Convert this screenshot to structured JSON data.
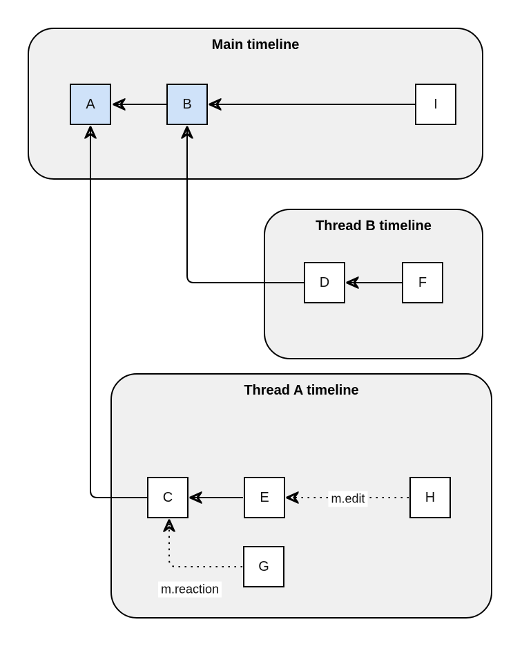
{
  "colors": {
    "node-blue": "#cfe2f9",
    "node-white": "#ffffff",
    "container-fill": "#f0f0f0",
    "stroke": "#000000",
    "label-bg": "#ffffff"
  },
  "containers": {
    "main": {
      "title": "Main timeline"
    },
    "thread_b": {
      "title": "Thread B timeline"
    },
    "thread_a": {
      "title": "Thread A timeline"
    }
  },
  "nodes": {
    "A": {
      "label": "A",
      "fill": "#cfe2f9"
    },
    "B": {
      "label": "B",
      "fill": "#cfe2f9"
    },
    "I": {
      "label": "I",
      "fill": "#ffffff"
    },
    "D": {
      "label": "D",
      "fill": "#ffffff"
    },
    "F": {
      "label": "F",
      "fill": "#ffffff"
    },
    "C": {
      "label": "C",
      "fill": "#ffffff"
    },
    "E": {
      "label": "E",
      "fill": "#ffffff"
    },
    "H": {
      "label": "H",
      "fill": "#ffffff"
    },
    "G": {
      "label": "G",
      "fill": "#ffffff"
    }
  },
  "edge_labels": {
    "edit": "m.edit",
    "reaction": "m.reaction"
  },
  "edges": [
    {
      "from": "B",
      "to": "A",
      "style": "solid"
    },
    {
      "from": "I",
      "to": "B",
      "style": "solid"
    },
    {
      "from": "F",
      "to": "D",
      "style": "solid"
    },
    {
      "from": "D",
      "to": "B",
      "style": "solid"
    },
    {
      "from": "E",
      "to": "C",
      "style": "solid"
    },
    {
      "from": "C",
      "to": "A",
      "style": "solid"
    },
    {
      "from": "H",
      "to": "E",
      "style": "dotted",
      "label": "m.edit"
    },
    {
      "from": "G",
      "to": "C",
      "style": "dotted",
      "label": "m.reaction"
    }
  ]
}
